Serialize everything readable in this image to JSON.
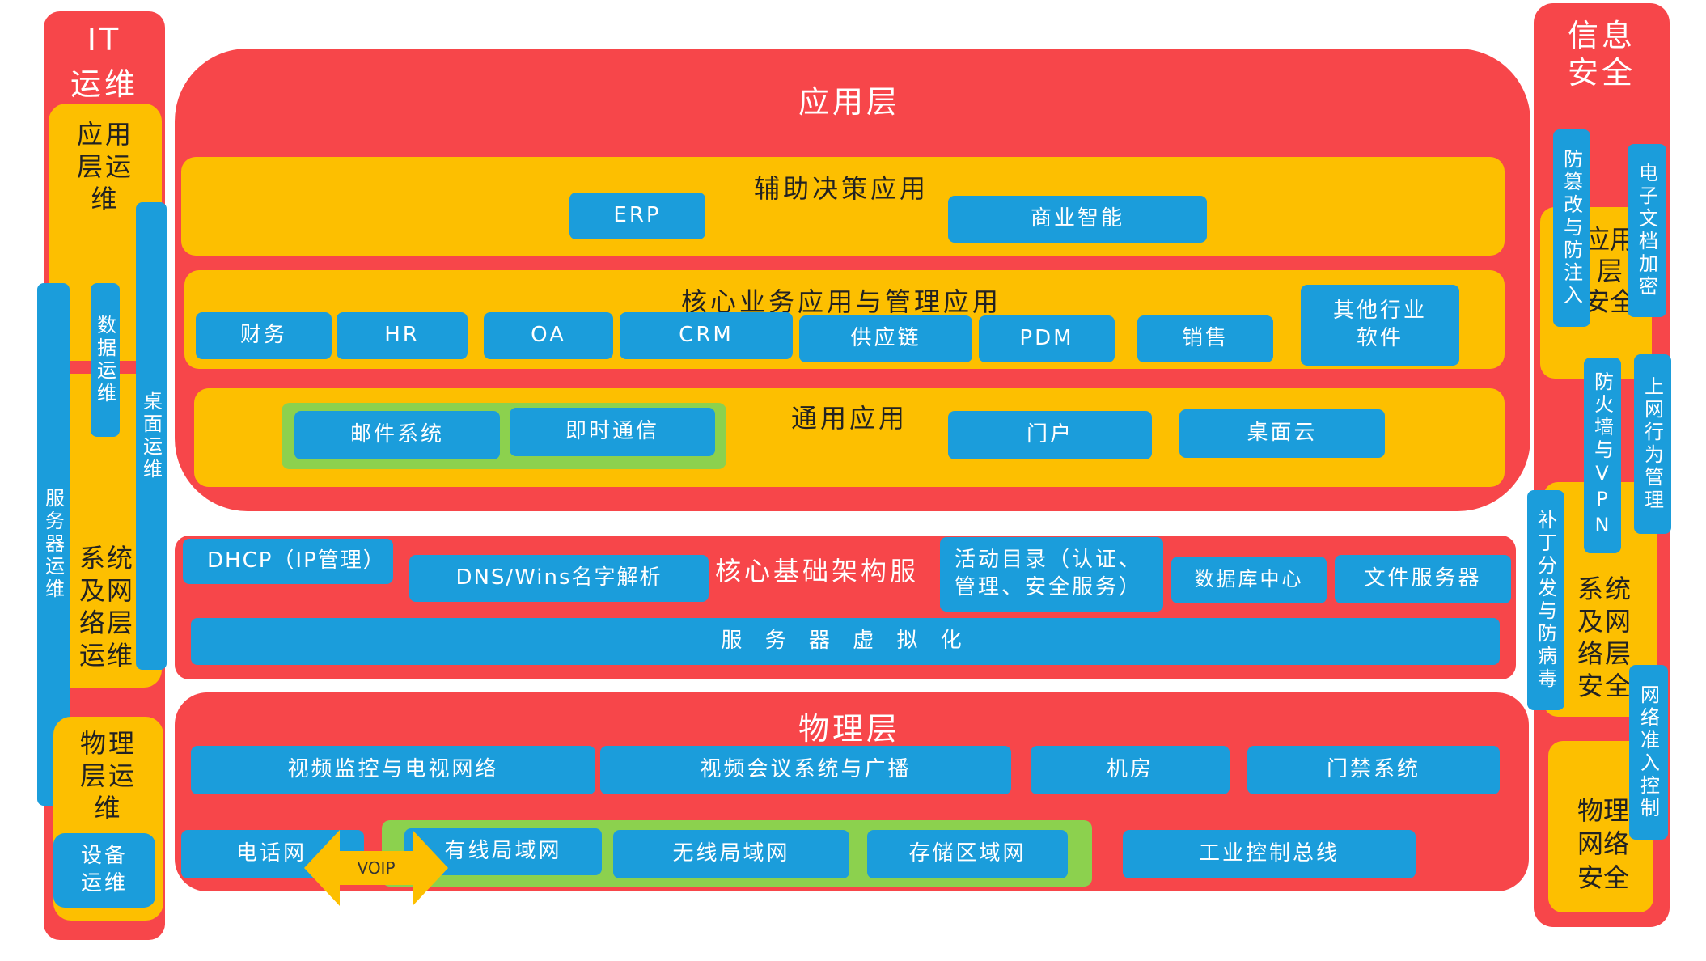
{
  "left": {
    "title": "IT\n运维",
    "app_ops": "应用\n层运\n维",
    "data_ops": "数据运维",
    "desktop_ops": "桌面运维",
    "server_ops": "服务器运维",
    "net_ops": "系统\n及网\n络层\n运维",
    "phys_ops": "物理\n层运\n维",
    "device_ops": "设备\n运维"
  },
  "app_layer": {
    "title": "应用层",
    "decision": {
      "title": "辅助决策应用",
      "items": [
        "ERP",
        "商业智能"
      ]
    },
    "core": {
      "title": "核心业务应用与管理应用",
      "items": [
        "财务",
        "HR",
        "OA",
        "CRM",
        "供应链",
        "PDM",
        "销售",
        "其他行业\n软件"
      ]
    },
    "general": {
      "title": "通用应用",
      "items": [
        "邮件系统",
        "即时通信",
        "门户",
        "桌面云"
      ]
    }
  },
  "infra_layer": {
    "title": "核心基础架构服",
    "items": [
      "DHCP（IP管理）",
      "DNS/Wins名字解析",
      "活动目录（认证、\n管理、安全服务）",
      "数据库中心",
      "文件服务器"
    ],
    "virtualization": "服 务 器 虚 拟 化"
  },
  "physical_layer": {
    "title": "物理层",
    "row1": [
      "视频监控与电视网络",
      "视频会议系统与广播",
      "机房",
      "门禁系统"
    ],
    "row2": [
      "电话网",
      "有线局域网",
      "无线局域网",
      "存储区域网",
      "工业控制总线"
    ],
    "voip": "VOIP"
  },
  "right": {
    "title": "信息\n安全",
    "app_sec": "应用\n层\n安全",
    "anti_tamper": "防篡改与防注入",
    "doc_encrypt": "电子文档加密",
    "firewall": "防火墙与VPN",
    "behavior": "上网行为管理",
    "patch": "补丁分发与防病毒",
    "net_sec": "系统\n及网\n络层\n安全",
    "nac": "网络准入控制",
    "phys_sec": "物理\n网络\n安全"
  },
  "colors": {
    "red": "#F7464A",
    "yellow": "#FDBF00",
    "blue": "#1B9DDB",
    "green": "#8CD14E"
  }
}
